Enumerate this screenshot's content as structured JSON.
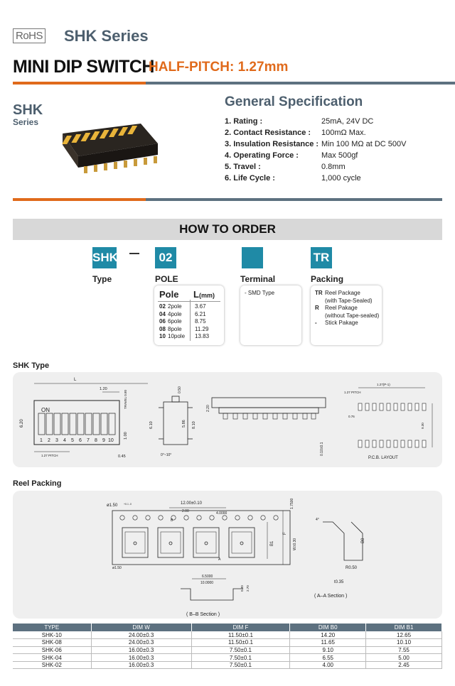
{
  "header": {
    "rohs": "RoHS",
    "series_title": "SHK Series",
    "main_title": "MINI DIP SWITCH",
    "subtitle": "HALF-PITCH: 1.27mm"
  },
  "series_block": {
    "name": "SHK",
    "label": "Series"
  },
  "spec": {
    "title": "General Specification",
    "rows": [
      {
        "k": "1. Rating :",
        "v": "25mA, 24V DC"
      },
      {
        "k": "2. Contact Resistance :",
        "v": "100mΩ Max."
      },
      {
        "k": "3. Insulation Resistance :",
        "v": "Min 100 MΩ at DC 500V"
      },
      {
        "k": "4. Operating Force :",
        "v": "Max 500gf"
      },
      {
        "k": "5. Travel :",
        "v": "0.8mm"
      },
      {
        "k": "6. Life Cycle :",
        "v": "1,000 cycle"
      }
    ]
  },
  "order": {
    "title": "HOW TO ORDER",
    "dash": "–",
    "codes": [
      {
        "code": "SHK",
        "label": "Type"
      },
      {
        "code": "02",
        "label": "POLE"
      },
      {
        "code": "",
        "label": "Terminal"
      },
      {
        "code": "TR",
        "label": "Packing"
      }
    ],
    "pole_table": {
      "head_pole": "Pole",
      "head_l": "L",
      "head_unit": "(mm)",
      "rows": [
        {
          "code": "02",
          "name": "2pole",
          "l": "3.67"
        },
        {
          "code": "04",
          "name": "4pole",
          "l": "6.21"
        },
        {
          "code": "06",
          "name": "6pole",
          "l": "8.75"
        },
        {
          "code": "08",
          "name": "8pole",
          "l": "11.29"
        },
        {
          "code": "10",
          "name": "10pole",
          "l": "13.83"
        }
      ]
    },
    "terminal": "- SMD Type",
    "packing": [
      {
        "code": "TR",
        "text": "Reel Package"
      },
      {
        "code": "",
        "text": "(with Tape-Sealed)"
      },
      {
        "code": "R",
        "text": "Reel Pakage"
      },
      {
        "code": "",
        "text": "(without Tape-sealed)"
      },
      {
        "code": "-",
        "text": "Stick Pakage"
      }
    ]
  },
  "sections": {
    "shk_type": "SHK Type",
    "reel_packing": "Reel Packing"
  },
  "drawing_type": {
    "on": "ON",
    "numbers": [
      "1",
      "2",
      "3",
      "4",
      "5",
      "6",
      "7",
      "8",
      "9",
      "10"
    ],
    "dim_l": "L",
    "dim_120": "1.20",
    "dim_travel": "TRAVEL 0.80",
    "dim_620": "6.20",
    "dim_100": "1.00",
    "dim_127": "1.27 PITCH",
    "dim_045": "0.45",
    "dim_050": "0.50",
    "dim_610": "6.10",
    "dim_586": "5.86",
    "dim_810": "8.10",
    "dim_angle": "0°~10°",
    "dim_220": "2.20",
    "dim_010": "0.10±0.1",
    "pcb_pitch": "1.27(P-1)",
    "pcb_127": "1.27 PITCH",
    "pcb_076": "0.76",
    "pcb_930": "9.30",
    "pcb_label": "P.C.B. LAYOUT"
  },
  "drawing_reel": {
    "hole": "ø1.50",
    "hole_tol": "+0.1 -0",
    "pitch": "12.00±0.10",
    "d200": "2.00",
    "d400": "4.0000",
    "d1750": "1.7500",
    "b1": "B1",
    "f": "F",
    "w": "W±0.30",
    "d150": "ø1.50",
    "d650": "6.5000",
    "d1000": "10.0000",
    "a": "A",
    "b": "B",
    "bb": "( B–B Section )",
    "d030": "0.30",
    "d270": "2.70",
    "deg": "4°",
    "b0": "B0",
    "r050": "R0.50",
    "t035": "t0.35",
    "aa": "( A–A Section )"
  },
  "dim_table": {
    "headers": [
      "TYPE",
      "DIM W",
      "DIM F",
      "DIM B0",
      "DIM B1"
    ],
    "rows": [
      [
        "SHK-10",
        "24.00±0.3",
        "11.50±0.1",
        "14.20",
        "12.65"
      ],
      [
        "SHK-08",
        "24.00±0.3",
        "11.50±0.1",
        "11.65",
        "10.10"
      ],
      [
        "SHK-06",
        "16.00±0.3",
        "7.50±0.1",
        "9.10",
        "7.55"
      ],
      [
        "SHK-04",
        "16.00±0.3",
        "7.50±0.1",
        "6.55",
        "5.00"
      ],
      [
        "SHK-02",
        "16.00±0.3",
        "7.50±0.1",
        "4.00",
        "2.45"
      ]
    ]
  },
  "colors": {
    "orange": "#e06a1b",
    "slate": "#5d7180",
    "teal": "#1f8aa6"
  }
}
